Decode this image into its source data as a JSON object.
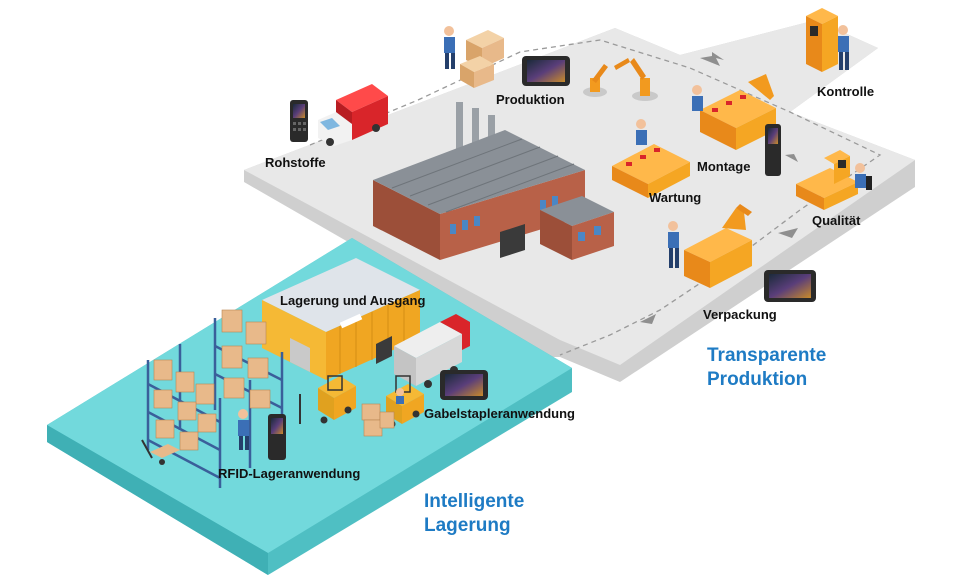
{
  "colors": {
    "production_platform": "#e6e6e6",
    "warehouse_platform": "#72d9dc",
    "headline_blue": "#1e7bc4",
    "machine_orange": "#f5a623",
    "factory_brick": "#a5553f",
    "roof_gray": "#8a9097",
    "truck_red": "#d9252a"
  },
  "labels": {
    "rohstoffe": "Rohstoffe",
    "produktion": "Produktion",
    "kontrolle": "Kontrolle",
    "montage": "Montage",
    "wartung": "Wartung",
    "qualitaet": "Qualität",
    "verpackung": "Verpackung",
    "lagerung_ausgang": "Lagerung und Ausgang",
    "gabelstapler": "Gabelstapleranwendung",
    "rfid": "RFID-Lageranwendung"
  },
  "headlines": {
    "production": [
      "Transparente",
      "Produktion"
    ],
    "warehouse": [
      "Intelligente",
      "Lagerung"
    ]
  },
  "icons": [
    "handheld-terminal-icon",
    "tablet-icon",
    "delivery-truck-icon",
    "factory-icon",
    "robot-arm-icon",
    "conveyor-machine-icon",
    "worker-icon",
    "forklift-icon",
    "pallet-rack-icon",
    "flow-arrow-icon"
  ]
}
